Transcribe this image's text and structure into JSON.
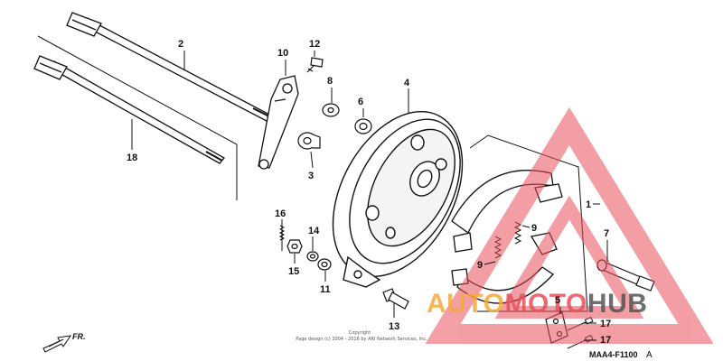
{
  "diagram": {
    "diagram_code": "MAA4-F1100",
    "revision": "A",
    "front_label": "FR.",
    "copyright_line1": "Copyright",
    "copyright_line2": "Page design (c) 2004 - 2016 by ARI Network Services, Inc.",
    "parts": [
      {
        "label": "1"
      },
      {
        "label": "2"
      },
      {
        "label": "3"
      },
      {
        "label": "4"
      },
      {
        "label": "5"
      },
      {
        "label": "6"
      },
      {
        "label": "7"
      },
      {
        "label": "8"
      },
      {
        "label": "9"
      },
      {
        "label": "9"
      },
      {
        "label": "10"
      },
      {
        "label": "11"
      },
      {
        "label": "12"
      },
      {
        "label": "13"
      },
      {
        "label": "14"
      },
      {
        "label": "15"
      },
      {
        "label": "16"
      },
      {
        "label": "17"
      },
      {
        "label": "17"
      },
      {
        "label": "18"
      }
    ]
  },
  "watermark": {
    "brand_part1": "AUTO",
    "brand_part2": "MOTO",
    "brand_part3": "HUB",
    "color_red": "#e8505b",
    "color_orange": "#f6a93b",
    "color_gray": "#555555"
  }
}
